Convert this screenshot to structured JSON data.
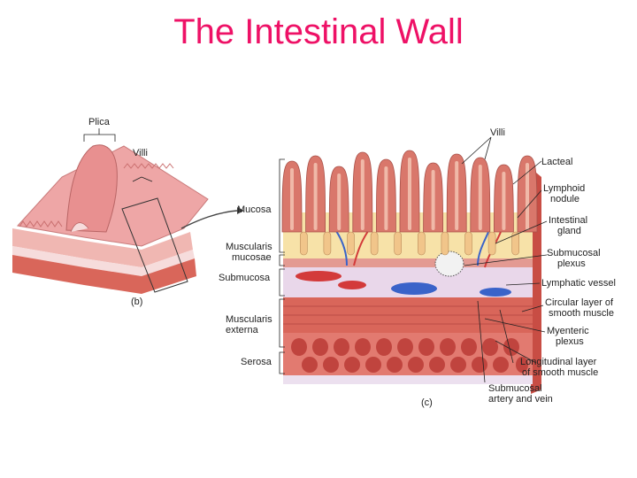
{
  "title": "The Intestinal Wall",
  "panel_b": {
    "figure_label": "(b)",
    "labels": {
      "plica": "Plica",
      "villi": "Villi"
    }
  },
  "panel_c": {
    "figure_label": "(c)",
    "left_labels": {
      "mucosa": "Mucosa",
      "muscularis_mucosae": [
        "Muscularis",
        "mucosae"
      ],
      "submucosa": "Submucosa",
      "muscularis_externa": [
        "Muscularis",
        "externa"
      ],
      "serosa": "Serosa"
    },
    "right_labels": {
      "villi": "Villi",
      "lacteal": "Lacteal",
      "lymphoid_nodule": [
        "Lymphoid",
        "nodule"
      ],
      "intestinal_gland": [
        "Intestinal",
        "gland"
      ],
      "submucosal_plexus": [
        "Submucosal",
        "plexus"
      ],
      "lymphatic_vessel": "Lymphatic vessel",
      "circular_layer": [
        "Circular layer of",
        "smooth muscle"
      ],
      "myenteric_plexus": [
        "Myenteric",
        "plexus"
      ],
      "longitudinal_layer": [
        "Longitudinal layer",
        "of smooth muscle"
      ],
      "submucosal_artery_vein": [
        "Submucosal",
        "artery and vein"
      ]
    }
  },
  "colors": {
    "title": "#ee1166",
    "villus": "#d9776b",
    "villus_light": "#f0b9a8",
    "mucosa_bg": "#f7e2a8",
    "submucosa": "#e9d7ea",
    "muscle": "#d9665a",
    "artery": "#d33a3a",
    "vein": "#3a63c9"
  }
}
